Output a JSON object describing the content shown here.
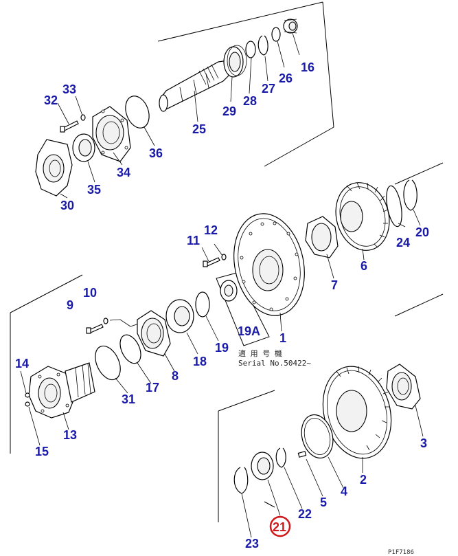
{
  "labels": {
    "p1": "1",
    "p2": "2",
    "p3": "3",
    "p4": "4",
    "p5": "5",
    "p6": "6",
    "p7": "7",
    "p8": "8",
    "p9": "9",
    "p10": "10",
    "p11": "11",
    "p12": "12",
    "p13": "13",
    "p14": "14",
    "p15": "15",
    "p16": "16",
    "p17": "17",
    "p18": "18",
    "p19": "19",
    "p19a": "19A",
    "p20": "20",
    "p21": "21",
    "p22": "22",
    "p23": "23",
    "p24": "24",
    "p25": "25",
    "p26": "26",
    "p27": "27",
    "p28": "28",
    "p29": "29",
    "p30": "30",
    "p31": "31",
    "p32": "32",
    "p33": "33",
    "p34": "34",
    "p35": "35",
    "p36": "36"
  },
  "note": {
    "line1": "適 用 号 機",
    "line2": "Serial No.50422~"
  },
  "drawing_code": "P1F7186",
  "colors": {
    "label": "#1a1aa8",
    "highlight": "#d01818",
    "line": "#000000"
  }
}
